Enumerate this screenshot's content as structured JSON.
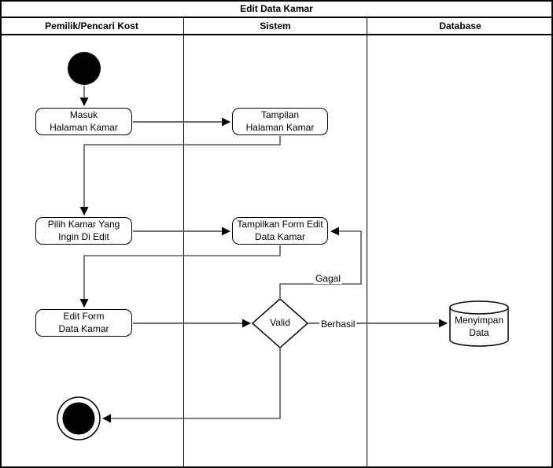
{
  "diagram": {
    "title": "Edit Data Kamar",
    "type": "uml-activity-diagram-with-swimlanes"
  },
  "lanes": [
    {
      "label": "Pemilik/Pencari Kost"
    },
    {
      "label": "Sistem"
    },
    {
      "label": "Database"
    }
  ],
  "nodes": {
    "start": {
      "shape": "initial-node"
    },
    "masuk": {
      "label": "Masuk\nHalaman Kamar",
      "lane": "Pemilik/Pencari Kost"
    },
    "tampilan": {
      "label": "Tampilan\nHalaman Kamar",
      "lane": "Sistem"
    },
    "pilih": {
      "label": "Pilih Kamar Yang\nIngin Di Edit",
      "lane": "Pemilik/Pencari Kost"
    },
    "tampilkan_form": {
      "label": "Tampilkan Form Edit\nData Kamar",
      "lane": "Sistem"
    },
    "edit_form": {
      "label": "Edit Form\nData Kamar",
      "lane": "Pemilik/Pencari Kost"
    },
    "valid": {
      "label": "Valid",
      "shape": "decision-diamond",
      "lane": "Sistem"
    },
    "menyimpan": {
      "label": "Menyimpan\nData",
      "shape": "database-cylinder",
      "lane": "Database"
    },
    "end": {
      "shape": "final-node"
    }
  },
  "edge_labels": {
    "gagal": "Gagal",
    "berhasil": "Berhasil"
  },
  "colors": {
    "stroke": "#000000",
    "connector": "#5a5a5a",
    "fill": "#ffffff",
    "node_ink": "#000000"
  }
}
